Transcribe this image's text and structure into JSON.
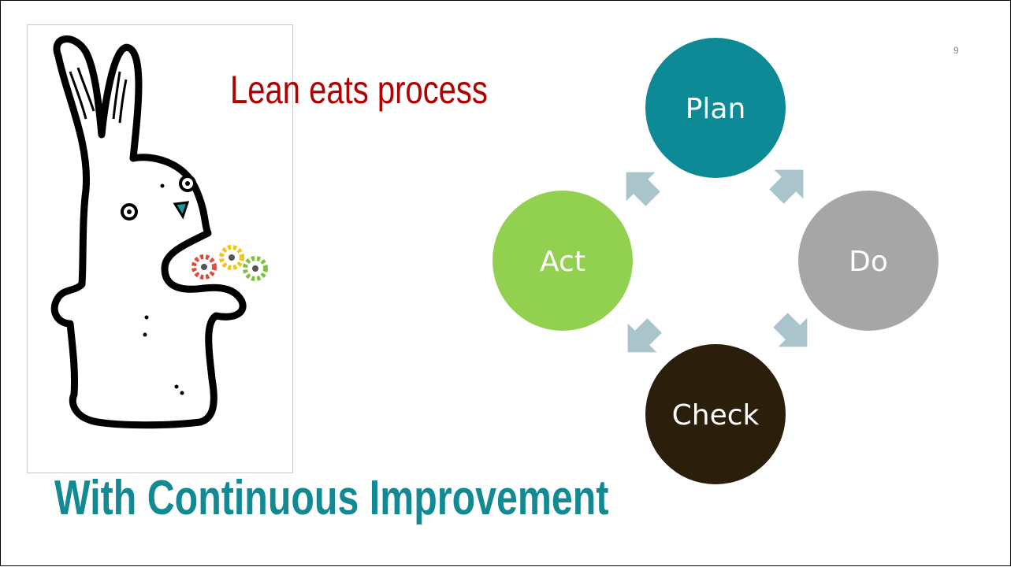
{
  "slide": {
    "title": "Lean eats process",
    "subtitle": "With Continuous Improvement",
    "page_number": "9"
  },
  "cycle": {
    "nodes": [
      {
        "label": "Plan",
        "color": "#0e8a96"
      },
      {
        "label": "Do",
        "color": "#a6a6a6"
      },
      {
        "label": "Check",
        "color": "#2b1f0c"
      },
      {
        "label": "Act",
        "color": "#92d050"
      }
    ],
    "arrow_color": "#a9c4ca"
  },
  "illustration": {
    "subject": "rabbit-eating-gears",
    "gear_colors": [
      "#e04a3a",
      "#f0c419",
      "#7ac142"
    ]
  }
}
